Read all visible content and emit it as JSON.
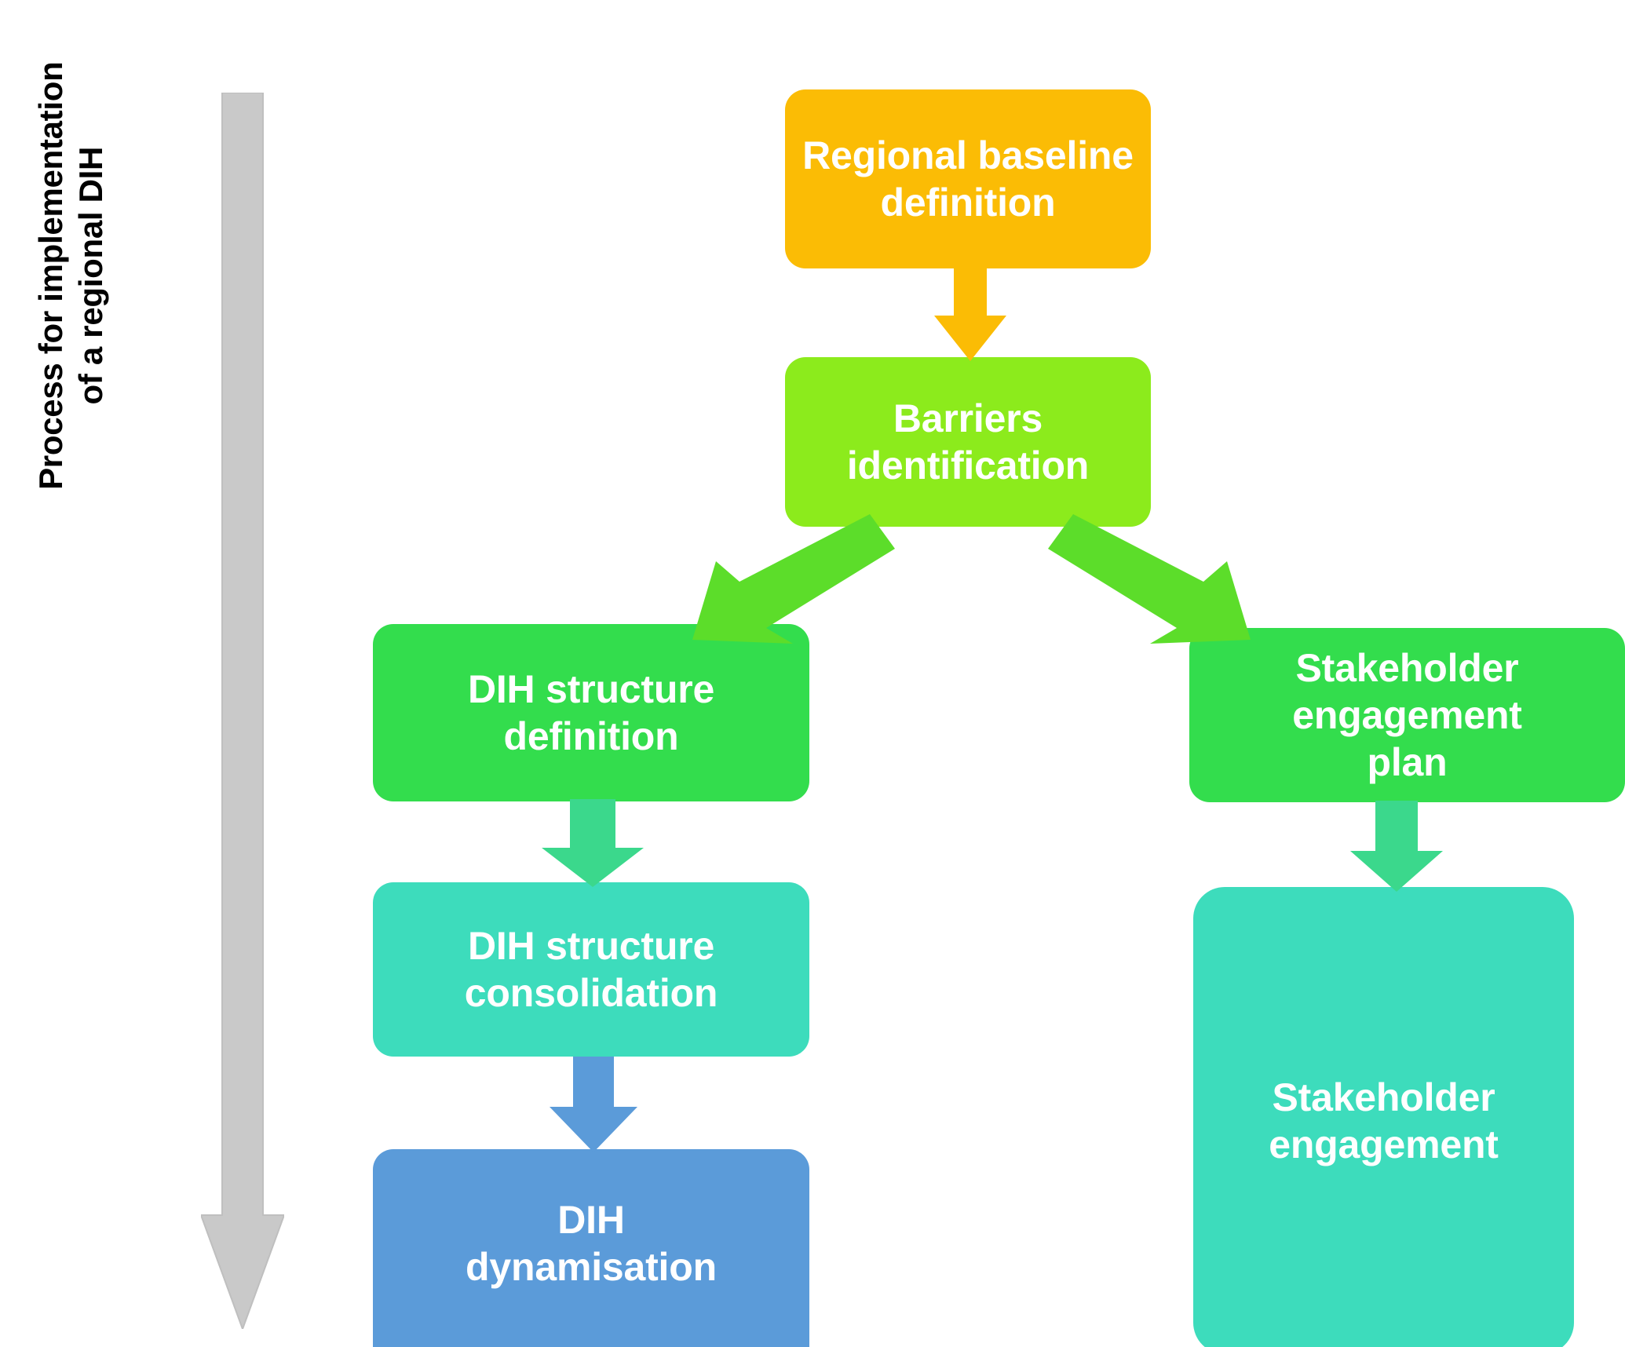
{
  "diagram": {
    "title": "Process for implementation of a regional DIH",
    "side_label": "Process for\nimplementation of a\nregional DIH",
    "colors": {
      "orange": "#FBBC05",
      "light_green": "#8CEB1C",
      "green": "#33DD4D",
      "teal": "#3DDCBC",
      "blue": "#5B9BD9",
      "spring_green": "#3BD88C",
      "gray": "#C9C9C9"
    },
    "nodes": [
      {
        "id": "regional-baseline",
        "label": "Regional baseline\ndefinition",
        "color": "#FBBC05"
      },
      {
        "id": "barriers-identification",
        "label": "Barriers\nidentification",
        "color": "#8CEB1C"
      },
      {
        "id": "dih-structure-definition",
        "label": "DIH structure\ndefinition",
        "color": "#33DD4D"
      },
      {
        "id": "stakeholder-engagement-plan",
        "label": "Stakeholder\nengagement\nplan",
        "color": "#33DD4D"
      },
      {
        "id": "dih-structure-consolidation",
        "label": "DIH structure\nconsolidation",
        "color": "#3DDCBC"
      },
      {
        "id": "dih-dynamisation",
        "label": "DIH\ndynamisation",
        "color": "#5B9BD9"
      },
      {
        "id": "stakeholder-engagement",
        "label": "Stakeholder\nengagement",
        "color": "#3DDCBC"
      }
    ],
    "edges": [
      {
        "from": "regional-baseline",
        "to": "barriers-identification",
        "color": "#FBBC05",
        "direction": "down"
      },
      {
        "from": "barriers-identification",
        "to": "dih-structure-definition",
        "color": "#5CDD2A",
        "direction": "down-left"
      },
      {
        "from": "barriers-identification",
        "to": "stakeholder-engagement-plan",
        "color": "#5CDD2A",
        "direction": "down-right"
      },
      {
        "from": "dih-structure-definition",
        "to": "dih-structure-consolidation",
        "color": "#3BD88C",
        "direction": "down"
      },
      {
        "from": "dih-structure-consolidation",
        "to": "dih-dynamisation",
        "color": "#5B9BD9",
        "direction": "down"
      },
      {
        "from": "stakeholder-engagement-plan",
        "to": "stakeholder-engagement",
        "color": "#3BD88C",
        "direction": "down"
      }
    ],
    "process_arrow": {
      "name": "downward-process-arrow",
      "color": "#C9C9C9",
      "direction": "down"
    }
  }
}
